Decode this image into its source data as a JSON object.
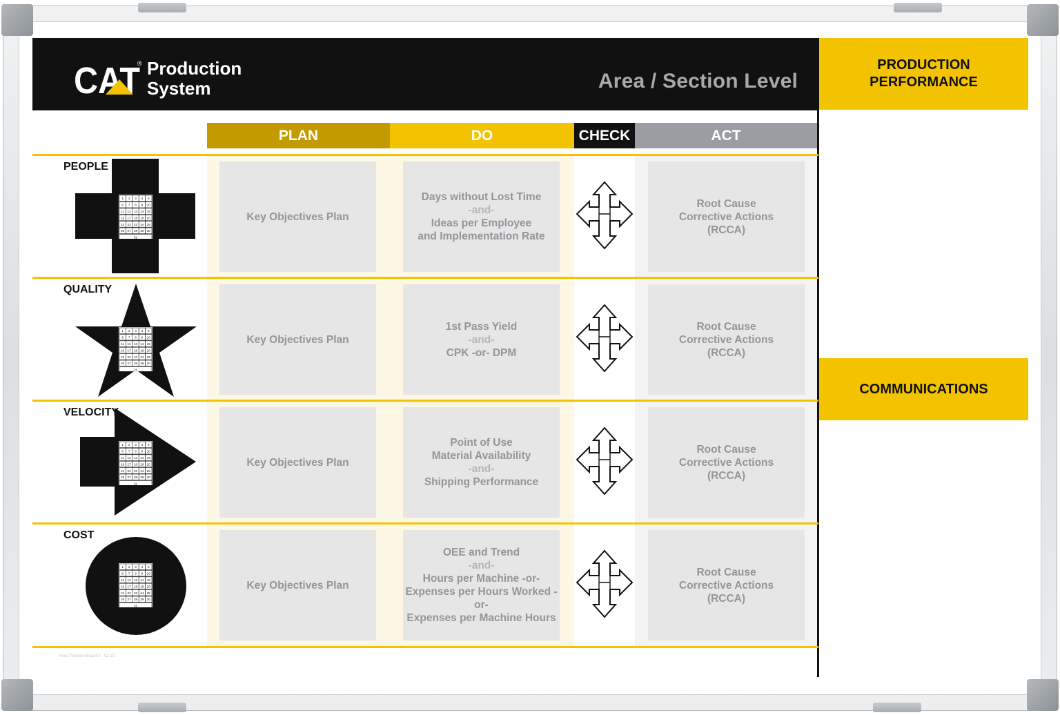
{
  "header": {
    "logo_wordmark": "CAT",
    "logo_reg": "®",
    "product_line1": "Production",
    "product_line2": "System",
    "section_level": "Area / Section Level"
  },
  "sidebar": {
    "production_performance_line1": "PRODUCTION",
    "production_performance_line2": "PERFORMANCE",
    "communications": "COMMUNICATIONS"
  },
  "pdca": {
    "plan": "PLAN",
    "do": "DO",
    "check": "CHECK",
    "act": "ACT"
  },
  "colors": {
    "plan": "#c39a00",
    "do": "#f4c300",
    "check": "#111111",
    "act": "#9a9ea2",
    "accent": "#f4c300"
  },
  "calendar_days": [
    "1",
    "2",
    "3",
    "4",
    "5",
    "6",
    "7",
    "8",
    "9",
    "10",
    "11",
    "12",
    "13",
    "14",
    "15",
    "16",
    "17",
    "18",
    "19",
    "20",
    "21",
    "22",
    "23",
    "24",
    "25",
    "26",
    "27",
    "28",
    "29",
    "30",
    "31"
  ],
  "rows": [
    {
      "label": "PEOPLE",
      "shape_icon": "cross-icon",
      "plan": "Key Objectives Plan",
      "do_lines": [
        "Days without Lost Time",
        "-and-",
        "Ideas per Employee",
        "and Implementation Rate"
      ],
      "act_lines": [
        "Root Cause",
        "Corrective Actions",
        "(RCCA)"
      ]
    },
    {
      "label": "QUALITY",
      "shape_icon": "star-icon",
      "plan": "Key Objectives Plan",
      "do_lines": [
        "1st Pass Yield",
        "-and-",
        "CPK -or- DPM"
      ],
      "act_lines": [
        "Root Cause",
        "Corrective Actions",
        "(RCCA)"
      ]
    },
    {
      "label": "VELOCITY",
      "shape_icon": "arrow-right-icon",
      "plan": "Key Objectives Plan",
      "do_lines": [
        "Point of Use",
        "Material Availability",
        "-and-",
        "Shipping Performance"
      ],
      "act_lines": [
        "Root Cause",
        "Corrective Actions",
        "(RCCA)"
      ]
    },
    {
      "label": "COST",
      "shape_icon": "circle-icon",
      "plan": "Key Objectives Plan",
      "do_lines": [
        "OEE and Trend",
        "-and-",
        "Hours per Machine -or-",
        "Expenses per Hours Worked -or-",
        "Expenses per Machine Hours"
      ],
      "act_lines": [
        "Root Cause",
        "Corrective Actions",
        "(RCCA)"
      ]
    }
  ],
  "footnote": "Area / Section Board A - 02-13"
}
